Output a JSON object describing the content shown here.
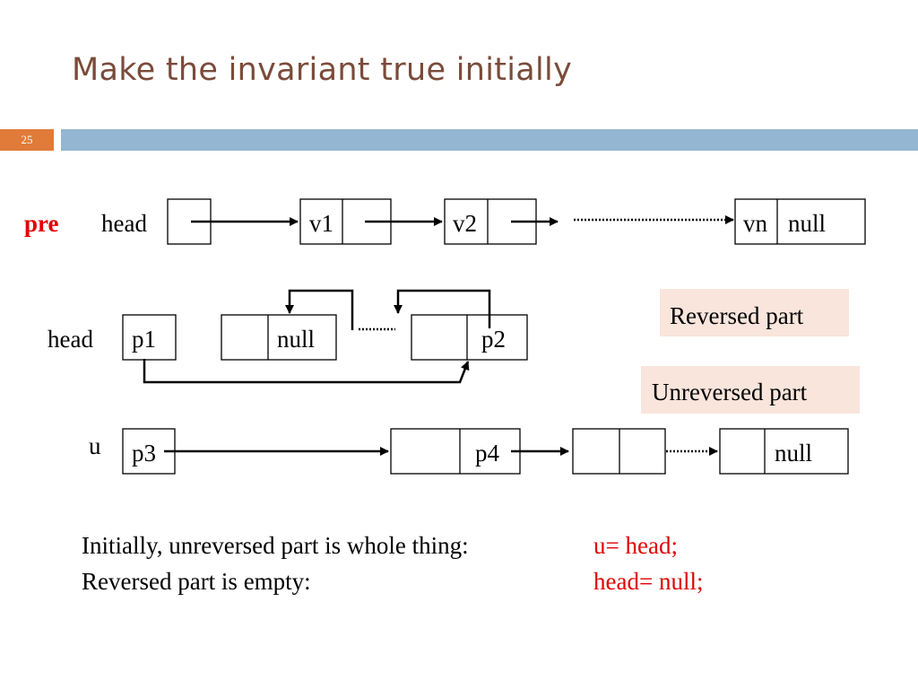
{
  "slide": {
    "title": "Make the invariant true initially",
    "number": "25"
  },
  "colors": {
    "title": "#7a4b3a",
    "accent_orange": "#e07b39",
    "accent_blue": "#94b6d2",
    "highlight_red": "#e00000",
    "label_background": "#f9e5dc"
  },
  "pre_row": {
    "marker": "pre",
    "head_label": "head",
    "nodes": [
      {
        "value": "v1",
        "next": ""
      },
      {
        "value": "v2",
        "next": ""
      },
      {
        "value": "vn",
        "next": "null"
      }
    ]
  },
  "reversed_row": {
    "head_label": "head",
    "head_box": "p1",
    "node1_next": "null",
    "node2_next": "p2"
  },
  "unreversed_row": {
    "u_label": "u",
    "u_box": "p3",
    "node1_next": "p4",
    "last_next": "null"
  },
  "legend": {
    "reversed": "Reversed part",
    "unreversed": "Unreversed part"
  },
  "statements": [
    {
      "text": "Initially, unreversed part is whole thing:",
      "code": "u= head;"
    },
    {
      "text": "Reversed part is empty:",
      "code": "head= null;"
    }
  ]
}
